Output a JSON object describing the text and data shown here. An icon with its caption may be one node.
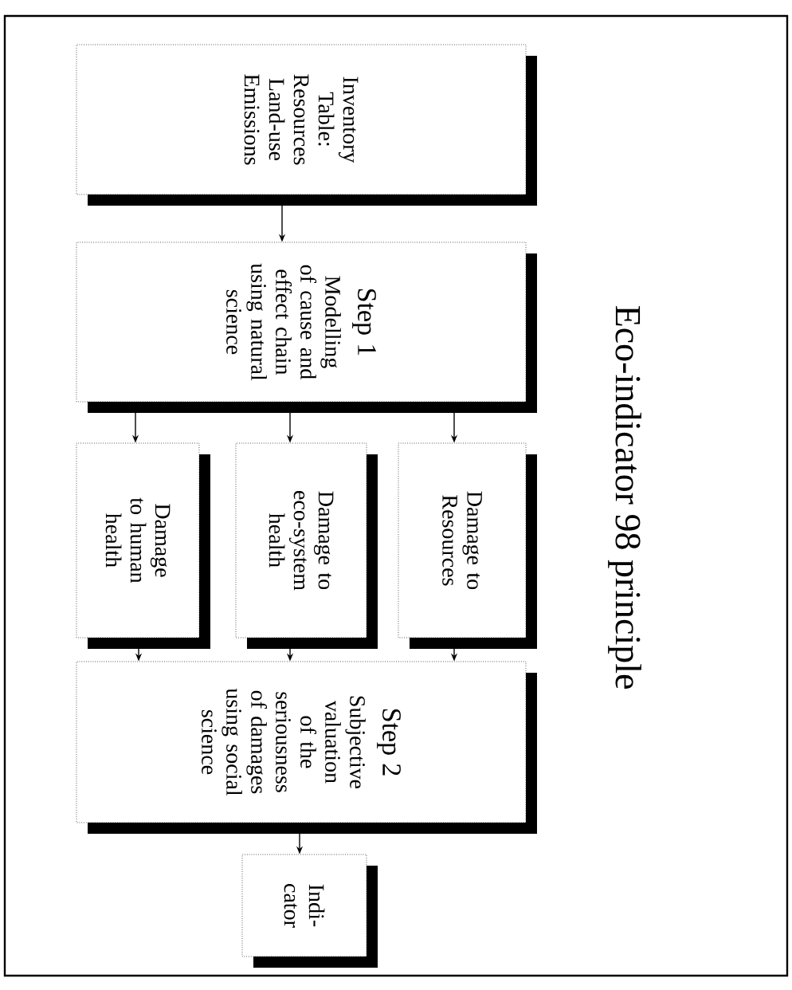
{
  "diagram": {
    "title": "Eco-indicator 98 principle",
    "nodes": [
      {
        "text": [
          "Inventory Table:",
          "Resources",
          "Land-use",
          "Emissions"
        ]
      },
      {
        "text": [
          "Step 1",
          "Modelling of cause and effect chain using natural science"
        ]
      },
      {
        "text": [
          "Damage to Resources"
        ]
      },
      {
        "text": [
          "Damage to eco-system health"
        ]
      },
      {
        "text": [
          "Damage to human health"
        ]
      },
      {
        "text": [
          "Step 2",
          "Subjective valuation of the seriousness of damages using social science"
        ]
      },
      {
        "text": [
          "Indi- cator"
        ]
      }
    ],
    "edges": [
      {
        "from": 0,
        "to": 1,
        "arrow": "to"
      },
      {
        "from": 1,
        "to": 2,
        "arrow": "to"
      },
      {
        "from": 1,
        "to": 3,
        "arrow": "to"
      },
      {
        "from": 1,
        "to": 4,
        "arrow": "to"
      },
      {
        "from": 2,
        "to": 5,
        "arrow": "to"
      },
      {
        "from": 3,
        "to": 5,
        "arrow": "to"
      },
      {
        "from": 4,
        "to": 5,
        "arrow": "to"
      },
      {
        "from": 5,
        "to": 6,
        "arrow": "to"
      }
    ]
  }
}
